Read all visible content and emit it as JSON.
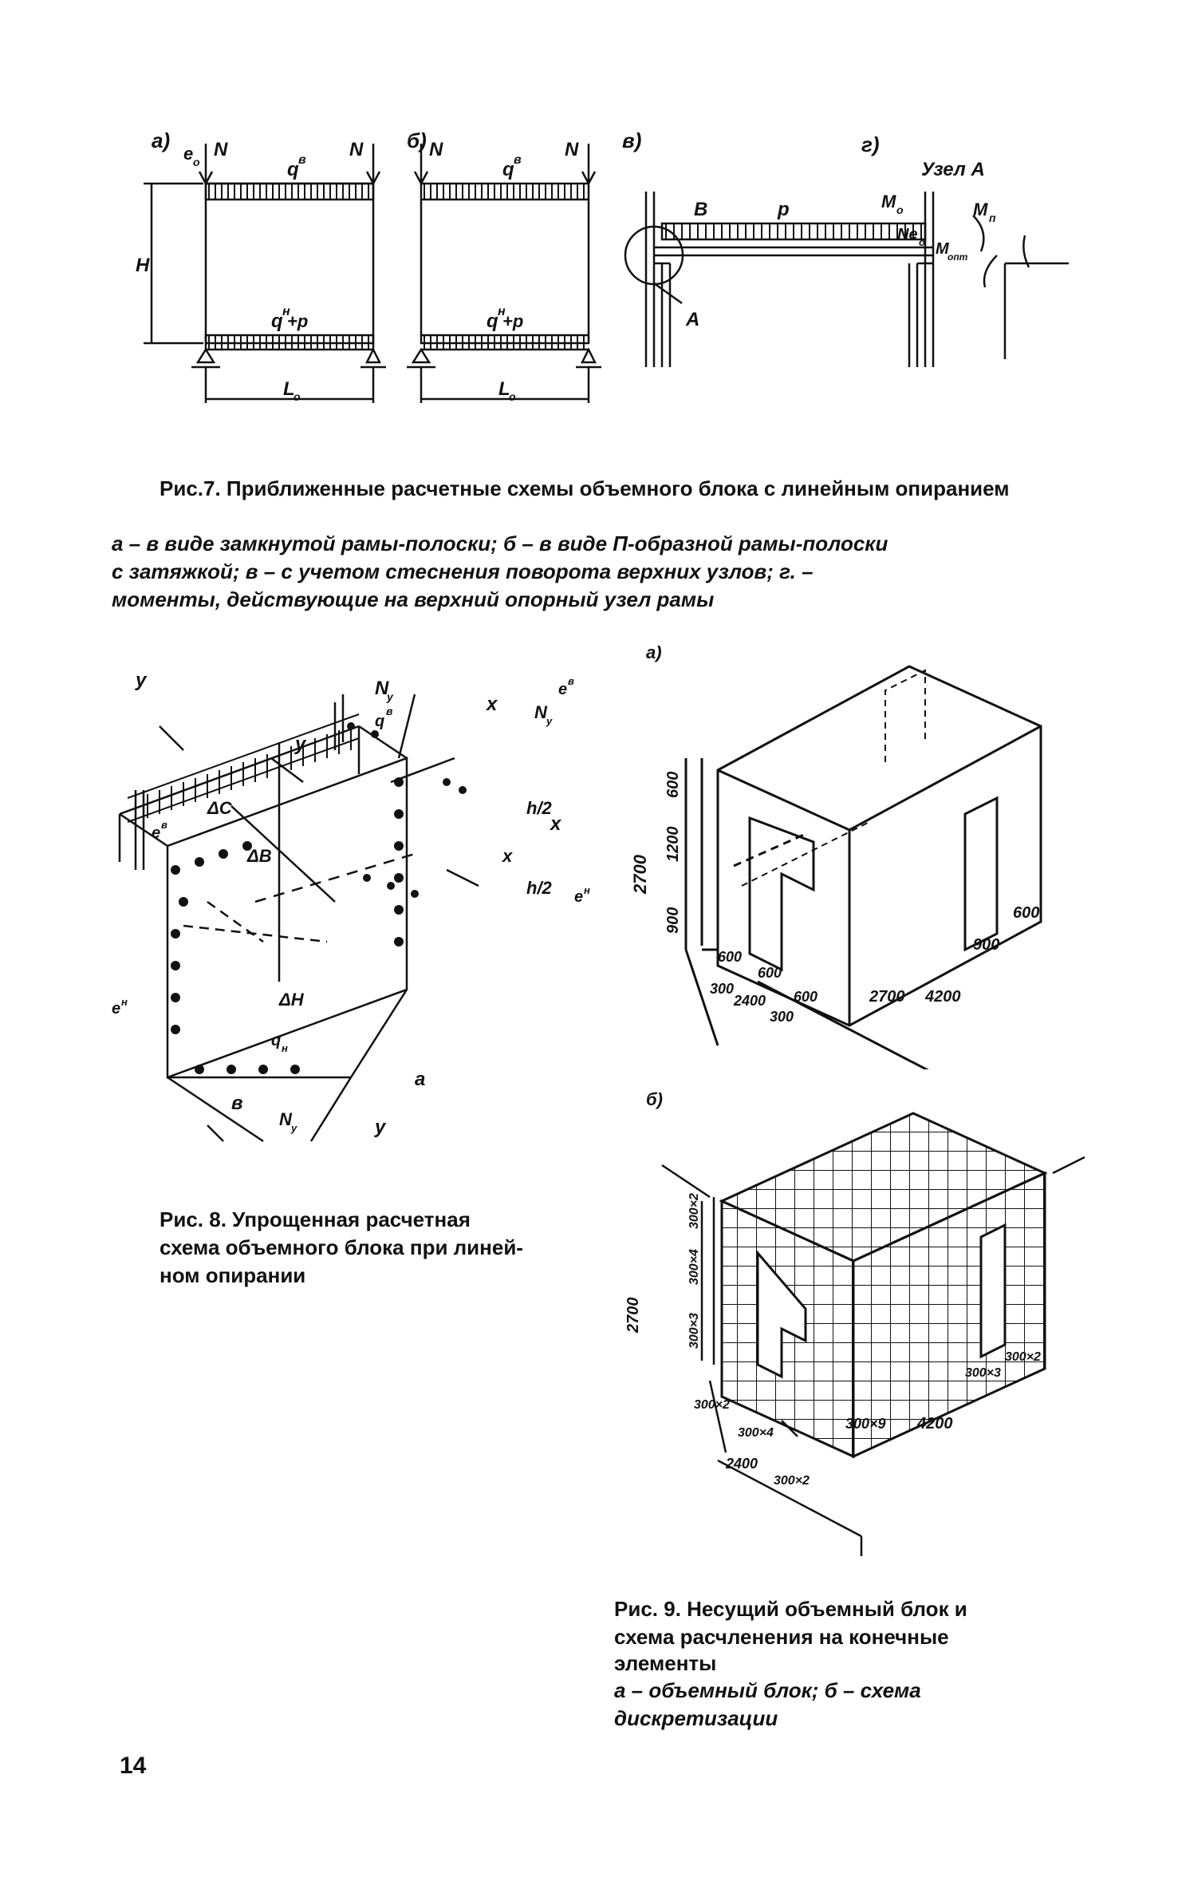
{
  "fig7": {
    "labels": {
      "a": "а)",
      "b": "б)",
      "v": "в)",
      "g": "г)"
    },
    "sym": {
      "N": "N",
      "q": "q",
      "qb_sup": "в",
      "qn": "q",
      "qn_sup": "н",
      "plus_p": "+p",
      "H": "H",
      "L0": "L",
      "L0_sub": "o",
      "e0": "e",
      "e0_sub": "o",
      "B": "B",
      "p": "p",
      "A": "A",
      "uzel": "Узел А",
      "Mo": "M",
      "Mo_sub": "o",
      "Mn": "M",
      "Mn_sub": "п",
      "Neo": "Ne",
      "Neo_sub": "o",
      "Mopt": "M",
      "Mopt_sub": "опт"
    },
    "caption_title": "Рис.7. Приближенные расчетные схемы объемного блока с линейным опиранием",
    "caption_lines": [
      "а – в виде замкнутой рамы-полоски;  б – в виде П-образной рамы-полоски",
      "с затяжкой;  в  –  с учетом   стеснения поворота верхних узлов;  г. –",
      "моменты, действующие  на верхний опорный узел рамы"
    ]
  },
  "fig8": {
    "sym": {
      "Ny": "N",
      "Ny_sub": "y",
      "qb": "q",
      "qb_sup": "в",
      "qn": "q",
      "qn_sub": "н",
      "x": "x",
      "y": "y",
      "eb": "e",
      "eb_sup": "в",
      "en": "e",
      "en_sup": "н",
      "dC": "ΔC",
      "dB": "ΔB",
      "dH": "ΔH",
      "h2": "h/2",
      "a": "a",
      "b": "в"
    },
    "caption_lines": [
      "Рис.  8.  Упрощенная  расчетная",
      "схема  объемного  блока  при  линей-",
      "ном опирании"
    ]
  },
  "fig9": {
    "label_a": "а)",
    "label_b": "б)",
    "dims_a": [
      "2700",
      "600",
      "1200",
      "900",
      "600",
      "600",
      "300",
      "2400",
      "300",
      "600",
      "2700",
      "4200",
      "900",
      "600"
    ],
    "dims_b": [
      "2700",
      "300×2",
      "300×4",
      "300×3",
      "300×2",
      "300×4",
      "2400",
      "300×2",
      "300×9",
      "4200",
      "300×3",
      "300×2"
    ],
    "caption_title": [
      "Рис. 9.  Несущий  объемный  блок  и",
      "схема расчленения на         конечные",
      "элементы"
    ],
    "caption_lines": [
      "а  –  объемный  блок;  б  –  схема",
      "дискретизации"
    ]
  },
  "page_number": "14"
}
